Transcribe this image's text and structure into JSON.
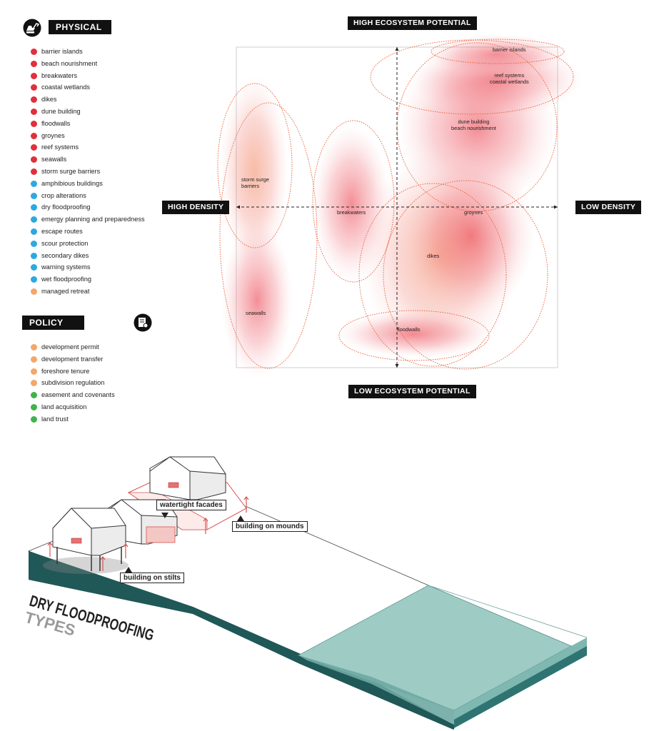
{
  "legend_physical": {
    "title": "PHYSICAL STRATEGY",
    "items": [
      {
        "label": "barrier islands",
        "color": "#e0303b"
      },
      {
        "label": "beach nourishment",
        "color": "#e0303b"
      },
      {
        "label": "breakwaters",
        "color": "#e0303b"
      },
      {
        "label": "coastal wetlands",
        "color": "#e0303b"
      },
      {
        "label": "dikes",
        "color": "#e0303b"
      },
      {
        "label": "dune building",
        "color": "#e0303b"
      },
      {
        "label": "floodwalls",
        "color": "#e0303b"
      },
      {
        "label": "groynes",
        "color": "#e0303b"
      },
      {
        "label": "reef systems",
        "color": "#e0303b"
      },
      {
        "label": "seawalls",
        "color": "#e0303b"
      },
      {
        "label": "storm surge barriers",
        "color": "#e0303b"
      },
      {
        "label": "amphibious buildings",
        "color": "#2ea8e0"
      },
      {
        "label": "crop alterations",
        "color": "#2ea8e0"
      },
      {
        "label": "dry floodproofing",
        "color": "#2ea8e0"
      },
      {
        "label": "emergy planning and preparedness",
        "color": "#2ea8e0"
      },
      {
        "label": "escape routes",
        "color": "#2ea8e0"
      },
      {
        "label": "scour protection",
        "color": "#2ea8e0"
      },
      {
        "label": "secondary dikes",
        "color": "#2ea8e0"
      },
      {
        "label": "warning systems",
        "color": "#2ea8e0"
      },
      {
        "label": "wet floodproofing",
        "color": "#2ea8e0"
      },
      {
        "label": "managed retreat",
        "color": "#f5a66b"
      }
    ]
  },
  "legend_policy": {
    "title": "POLICY PLANNING TOOL",
    "items": [
      {
        "label": "development permit",
        "color": "#f5a66b"
      },
      {
        "label": "development transfer",
        "color": "#f5a66b"
      },
      {
        "label": "foreshore tenure",
        "color": "#f5a66b"
      },
      {
        "label": "subdivision regulation",
        "color": "#f5a66b"
      },
      {
        "label": "easement and covenants",
        "color": "#3fb44a"
      },
      {
        "label": "land acquisition",
        "color": "#3fb44a"
      },
      {
        "label": "land trust",
        "color": "#3fb44a"
      }
    ]
  },
  "matrix": {
    "top": "HIGH ECOSYSTEM POTENTIAL",
    "bottom": "LOW ECOSYSTEM POTENTIAL",
    "left": "HIGH DENSITY",
    "right": "LOW DENSITY",
    "labels": {
      "barrier_islands": "barrier islands",
      "reef_line1": "reef systems",
      "reef_line2": "coastal wetlands",
      "dune_line1": "dune building",
      "dune_line2": "beach nourishment",
      "surge_line1": "storm surge",
      "surge_line2": "barriers",
      "breakwaters": "breakwaters",
      "groynes": "groynes",
      "dikes": "dikes",
      "seawalls": "seawalls",
      "floodwalls": "floodwalls"
    }
  },
  "illustration": {
    "title_line1": "DRY FLOODPROOFING",
    "title_line2": "TYPES",
    "callouts": {
      "facades": "watertight facades",
      "mounds": "building on mounds",
      "stilts": "building on stilts"
    }
  }
}
